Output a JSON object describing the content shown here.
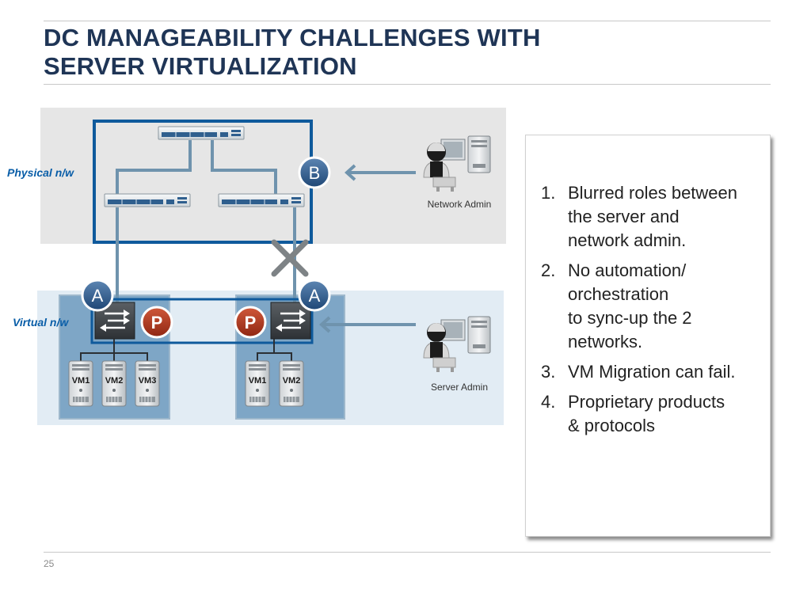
{
  "slide": {
    "title_lines": [
      "DC MANAGEABILITY CHALLENGES WITH",
      "SERVER VIRTUALIZATION"
    ],
    "page_number": "25"
  },
  "diagram": {
    "physical_label": "Physical n/w",
    "virtual_label": "Virtual n/w",
    "network_admin_label": "Network Admin",
    "server_admin_label": "Server Admin",
    "badge_b": "B",
    "badge_a": "A",
    "badge_p": "P",
    "left_host_vms": [
      "VM1",
      "VM2",
      "VM3"
    ],
    "right_host_vms": [
      "VM1",
      "VM2"
    ],
    "colors": {
      "title": "#1f3556",
      "physical_bg": "#e6e6e6",
      "virtual_bg": "#e2ecf4",
      "host_bg": "#7ea6c6",
      "frame": "#0f5a9c",
      "link": "#6f93ad",
      "badge_blue": "#2f5b8a",
      "badge_red": "#b03a20",
      "label_blue": "#0a5ea8"
    }
  },
  "challenges": [
    {
      "num": "1.",
      "text": "Blurred roles between\nthe server and\nnetwork admin."
    },
    {
      "num": "2.",
      "text": "No automation/\norchestration\nto sync-up the 2\nnetworks."
    },
    {
      "num": "3.",
      "text": "VM Migration can fail."
    },
    {
      "num": "4.",
      "text": "Proprietary products\n& protocols"
    }
  ]
}
